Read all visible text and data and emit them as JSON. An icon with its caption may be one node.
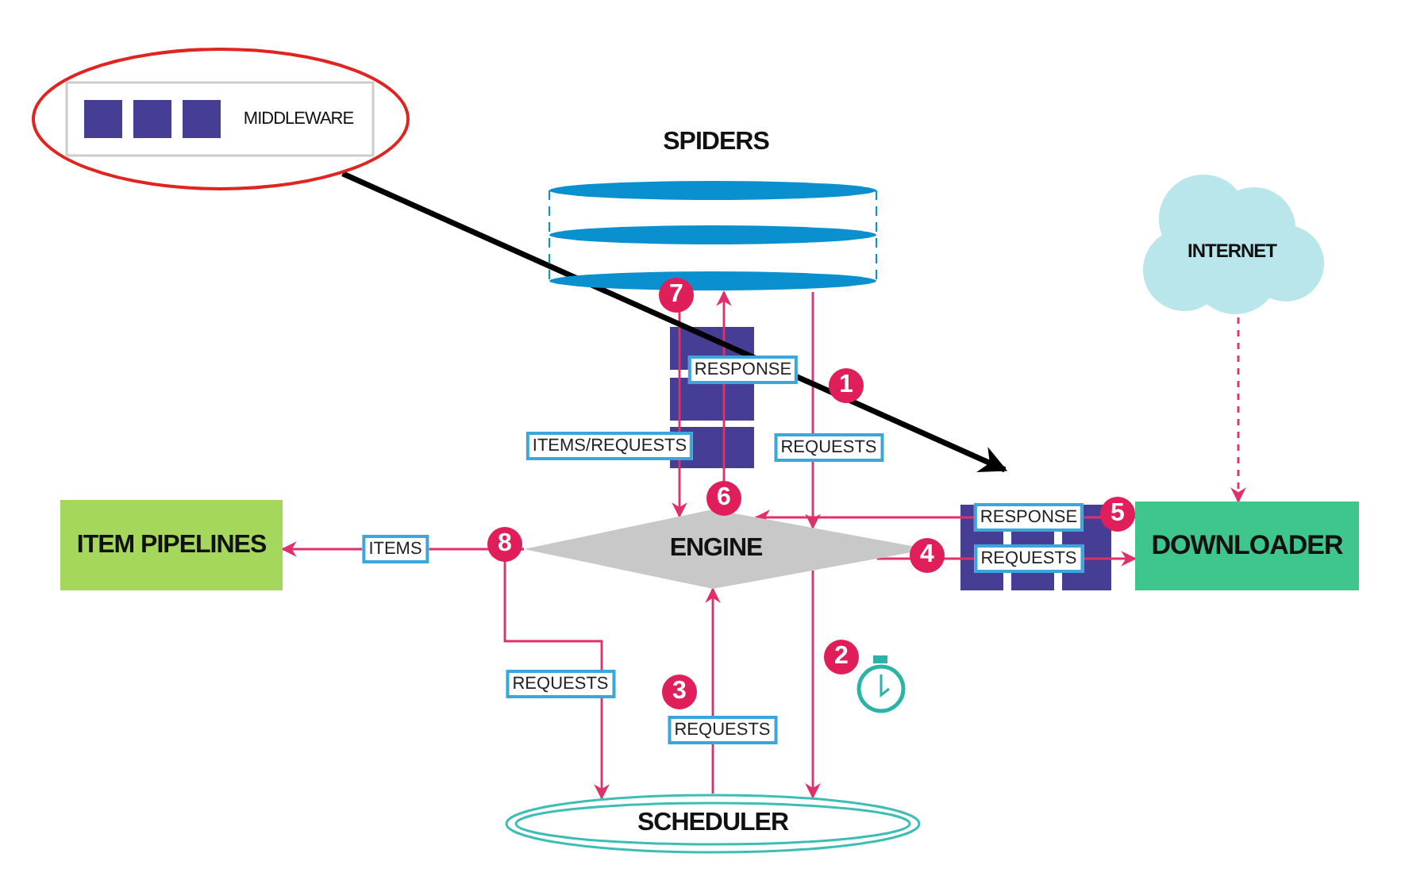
{
  "diagram": {
    "nodes": [
      {
        "text": [
          "MIDDLEWARE"
        ]
      },
      {
        "text": [
          "SPIDERS"
        ]
      },
      {
        "text": [
          "ENGINE"
        ]
      },
      {
        "text": [
          "DOWNLOADER"
        ]
      },
      {
        "text": [
          "ITEM PIPELINES"
        ]
      },
      {
        "text": [
          "SCHEDULER"
        ]
      },
      {
        "text": [
          "INTERNET"
        ]
      }
    ],
    "edges": [
      {
        "from": 1,
        "to": 2,
        "arrow": "to",
        "label": "REQUESTS"
      },
      {
        "from": 2,
        "to": 5,
        "arrow": "to"
      },
      {
        "from": 5,
        "to": 2,
        "arrow": "to",
        "label": "REQUESTS"
      },
      {
        "from": 2,
        "to": 3,
        "arrow": "to",
        "label": "REQUESTS"
      },
      {
        "from": 3,
        "to": 2,
        "arrow": "to",
        "label": "RESPONSE"
      },
      {
        "from": 2,
        "to": 1,
        "arrow": "to",
        "label": "RESPONSE"
      },
      {
        "from": 1,
        "to": 2,
        "arrow": "to",
        "label": "ITEMS/REQUESTS"
      },
      {
        "from": 2,
        "to": 4,
        "arrow": "to",
        "label": "ITEMS"
      },
      {
        "from": 2,
        "to": 5,
        "arrow": "to",
        "label": "REQUESTS"
      },
      {
        "from": 6,
        "to": 3,
        "arrow": "to",
        "style": "dashed"
      },
      {
        "from": 0,
        "to": null,
        "arrow": "to",
        "style": "thick",
        "color": "#000000"
      }
    ],
    "labels": [
      "7",
      "1",
      "6",
      "5",
      "8",
      "4",
      "2",
      "3"
    ]
  }
}
